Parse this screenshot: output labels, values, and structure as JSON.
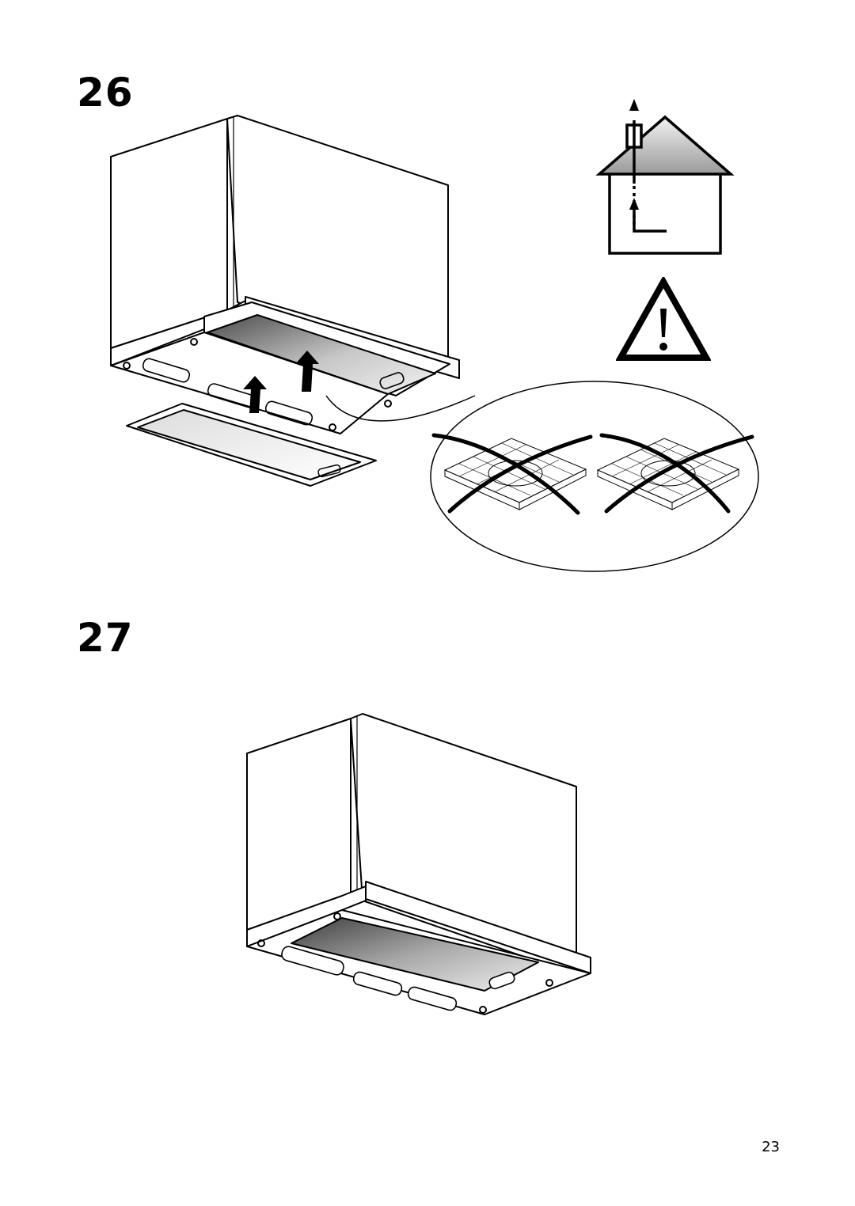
{
  "steps": [
    {
      "number": "26"
    },
    {
      "number": "27"
    }
  ],
  "page_number": "23",
  "icons": {
    "house_vent": "house-exhaust-duct-icon",
    "warning": "warning-triangle-icon",
    "prohibited": "crossed-out-grease-filter-icon"
  },
  "colors": {
    "line": "#000000",
    "panel_light": "#f4f4f4",
    "panel_dark": "#6a6a6a"
  }
}
